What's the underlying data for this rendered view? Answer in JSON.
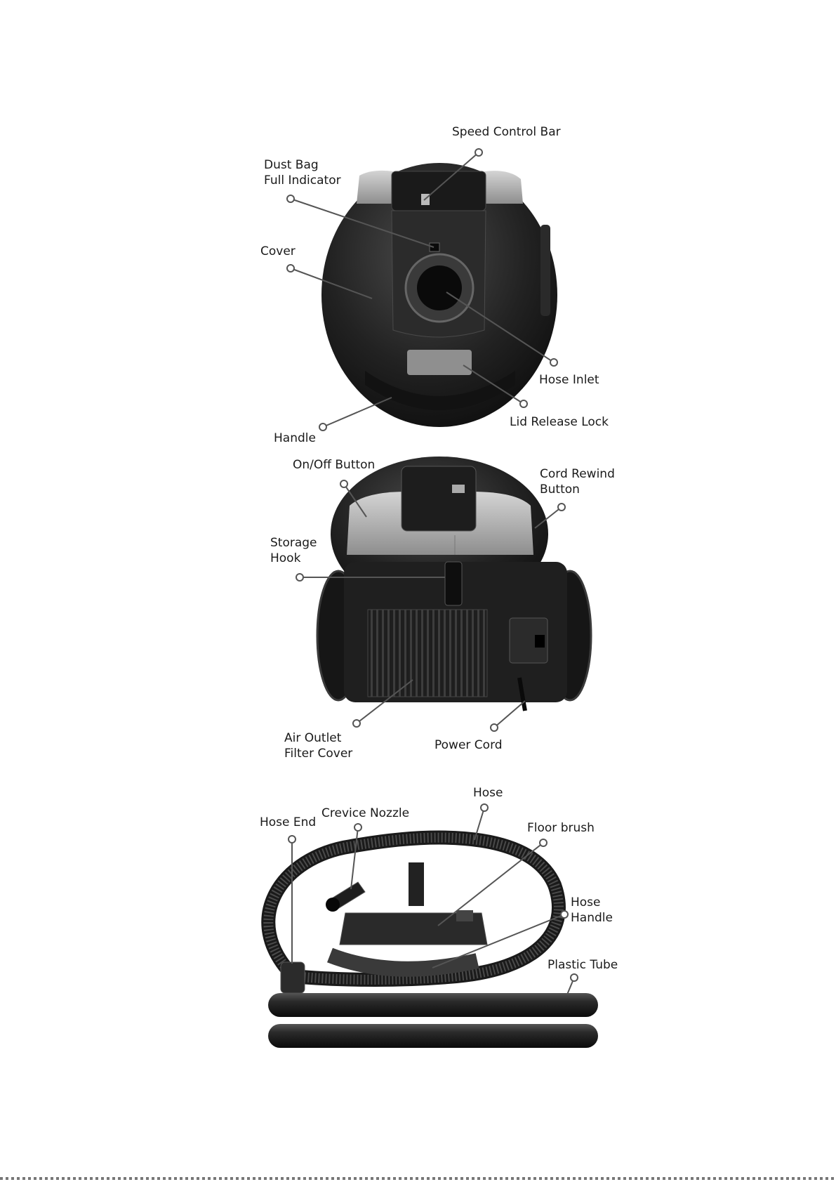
{
  "panels": {
    "top_view": {
      "labels": {
        "speed_control_bar": "Speed Control Bar",
        "dust_bag_indicator": "Dust Bag\nFull Indicator",
        "cover": "Cover",
        "hose_inlet": "Hose Inlet",
        "lid_release_lock": "Lid Release Lock",
        "handle": "Handle"
      }
    },
    "rear_view": {
      "labels": {
        "on_off_button": "On/Off Button",
        "cord_rewind_button": "Cord Rewind\nButton",
        "storage_hook": "Storage\nHook",
        "air_outlet_filter_cover": "Air Outlet\nFilter Cover",
        "power_cord": "Power Cord"
      }
    },
    "accessories": {
      "labels": {
        "hose": "Hose",
        "hose_end": "Hose End",
        "crevice_nozzle": "Crevice Nozzle",
        "floor_brush": "Floor brush",
        "hose_handle": "Hose\nHandle",
        "plastic_tube": "Plastic Tube"
      }
    }
  },
  "colors": {
    "body": "#1c1c1c",
    "panel_silver": "#a9a9a9",
    "label_text": "#1a1a1a",
    "leader_line": "#555555"
  }
}
